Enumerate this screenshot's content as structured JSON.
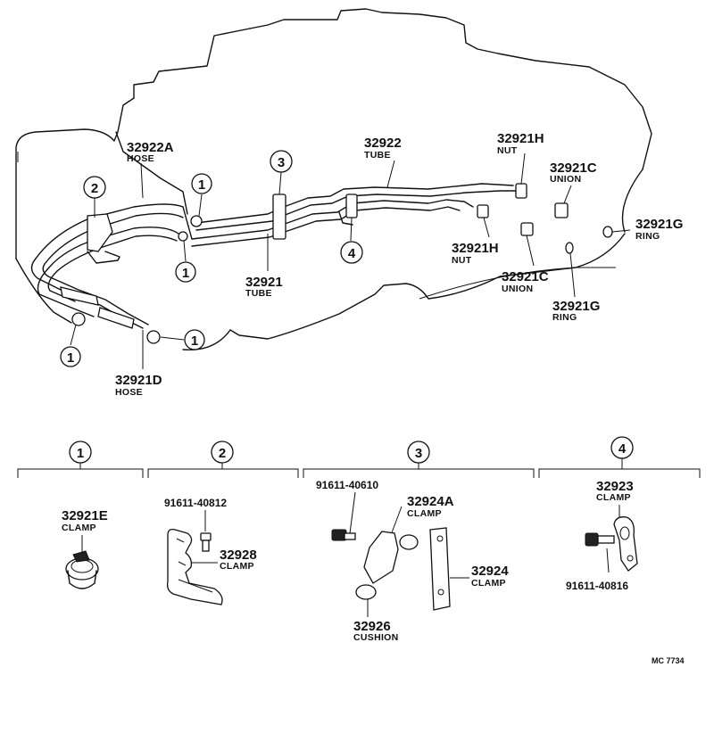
{
  "labels": {
    "hose_32922A": {
      "num": "32922A",
      "name": "HOSE"
    },
    "tube_32922": {
      "num": "32922",
      "name": "TUBE"
    },
    "nut_32921H_top": {
      "num": "32921H",
      "name": "NUT"
    },
    "union_32921C_top": {
      "num": "32921C",
      "name": "UNION"
    },
    "ring_32921G_right": {
      "num": "32921G",
      "name": "RING"
    },
    "nut_32921H_mid": {
      "num": "32921H",
      "name": "NUT"
    },
    "union_32921C_mid": {
      "num": "32921C",
      "name": "UNION"
    },
    "ring_32921G_low": {
      "num": "32921G",
      "name": "RING"
    },
    "tube_32921": {
      "num": "32921",
      "name": "TUBE"
    },
    "hose_32921D": {
      "num": "32921D",
      "name": "HOSE"
    }
  },
  "callouts": [
    "1",
    "2",
    "3",
    "4"
  ],
  "details": {
    "d1": {
      "num": "32921E",
      "name": "CLAMP"
    },
    "d2_bolt": "91611-40812",
    "d2_clamp": {
      "num": "32928",
      "name": "CLAMP"
    },
    "d3_bolt": "91611-40610",
    "d3_clamp_a": {
      "num": "32924A",
      "name": "CLAMP"
    },
    "d3_clamp": {
      "num": "32924",
      "name": "CLAMP"
    },
    "d3_cushion": {
      "num": "32926",
      "name": "CUSHION"
    },
    "d4_clamp": {
      "num": "32923",
      "name": "CLAMP"
    },
    "d4_bolt": "91611-40816"
  },
  "figure_code": "MC 7734"
}
